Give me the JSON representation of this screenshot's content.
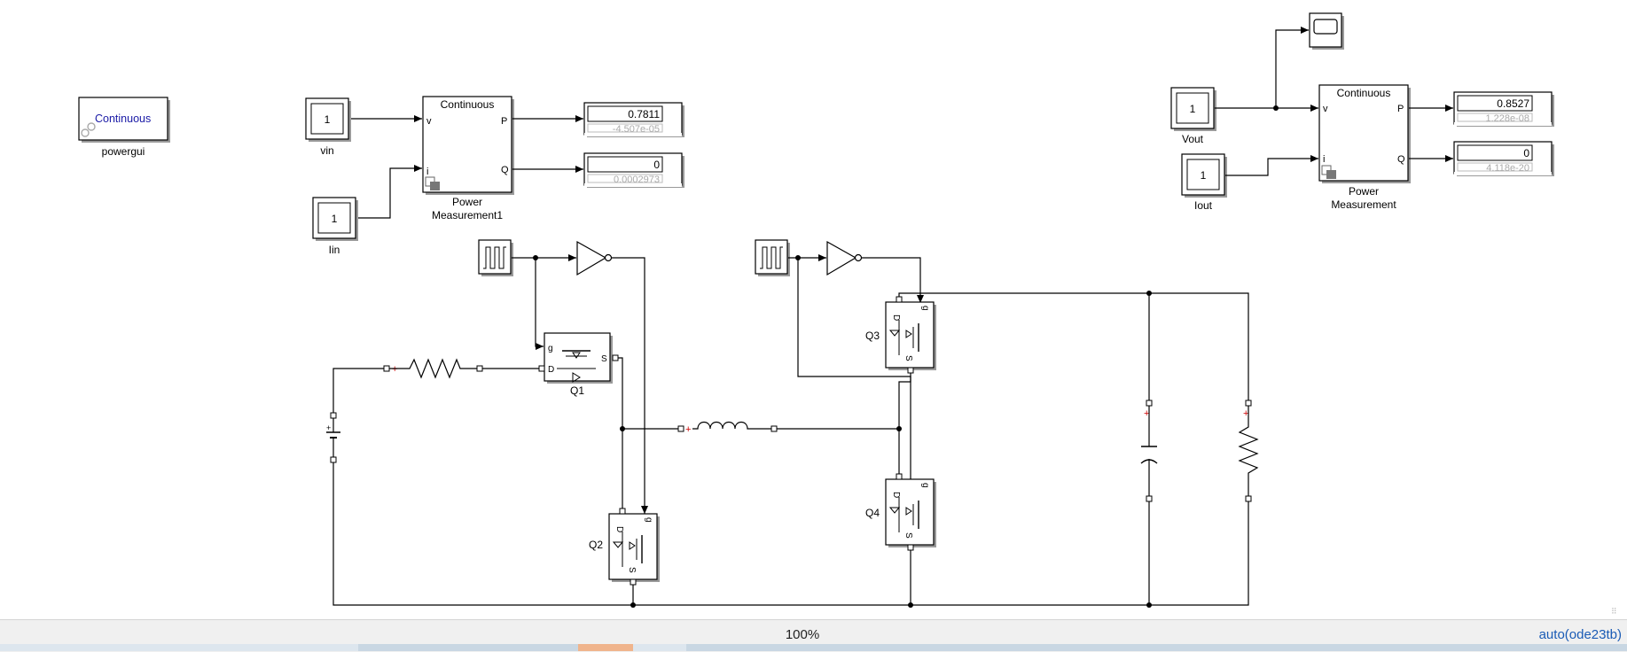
{
  "powergui": {
    "mode": "Continuous",
    "name": "powergui"
  },
  "input_side": {
    "vin": {
      "value": "1",
      "name": "vin"
    },
    "iin": {
      "value": "1",
      "name": "Iin"
    },
    "power_meas": {
      "mode": "Continuous",
      "port_v": "v",
      "port_i": "i",
      "port_p": "P",
      "port_q": "Q",
      "name_line1": "Power",
      "name_line2": "Measurement1"
    },
    "display_p": {
      "value": "0.7811",
      "sub": "-4.507e-05"
    },
    "display_q": {
      "value": "0",
      "sub": "0.0002973"
    }
  },
  "output_side": {
    "vout": {
      "value": "1",
      "name": "Vout"
    },
    "iout": {
      "value": "1",
      "name": "Iout"
    },
    "power_meas": {
      "mode": "Continuous",
      "port_v": "v",
      "port_i": "i",
      "port_p": "P",
      "port_q": "Q",
      "name_line1": "Power",
      "name_line2": "Measurement"
    },
    "display_p": {
      "value": "0.8527",
      "sub": "1.228e-08"
    },
    "display_q": {
      "value": "0",
      "sub": "4.118e-20"
    }
  },
  "switches": {
    "q1": {
      "name": "Q1",
      "port_g": "g",
      "port_d": "D",
      "port_s": "S"
    },
    "q2": {
      "name": "Q2",
      "port_g": "g",
      "port_d": "D",
      "port_s": "S"
    },
    "q3": {
      "name": "Q3",
      "port_g": "g",
      "port_d": "D",
      "port_s": "S"
    },
    "q4": {
      "name": "Q4",
      "port_g": "g",
      "port_d": "D",
      "port_s": "S"
    }
  },
  "status_bar": {
    "zoom": "100%",
    "solver": "auto(ode23tb)"
  },
  "colors": {
    "link_blue": "#1a1aa6",
    "solver_blue": "#1a5bb5",
    "plus_red": "#cc0000"
  }
}
